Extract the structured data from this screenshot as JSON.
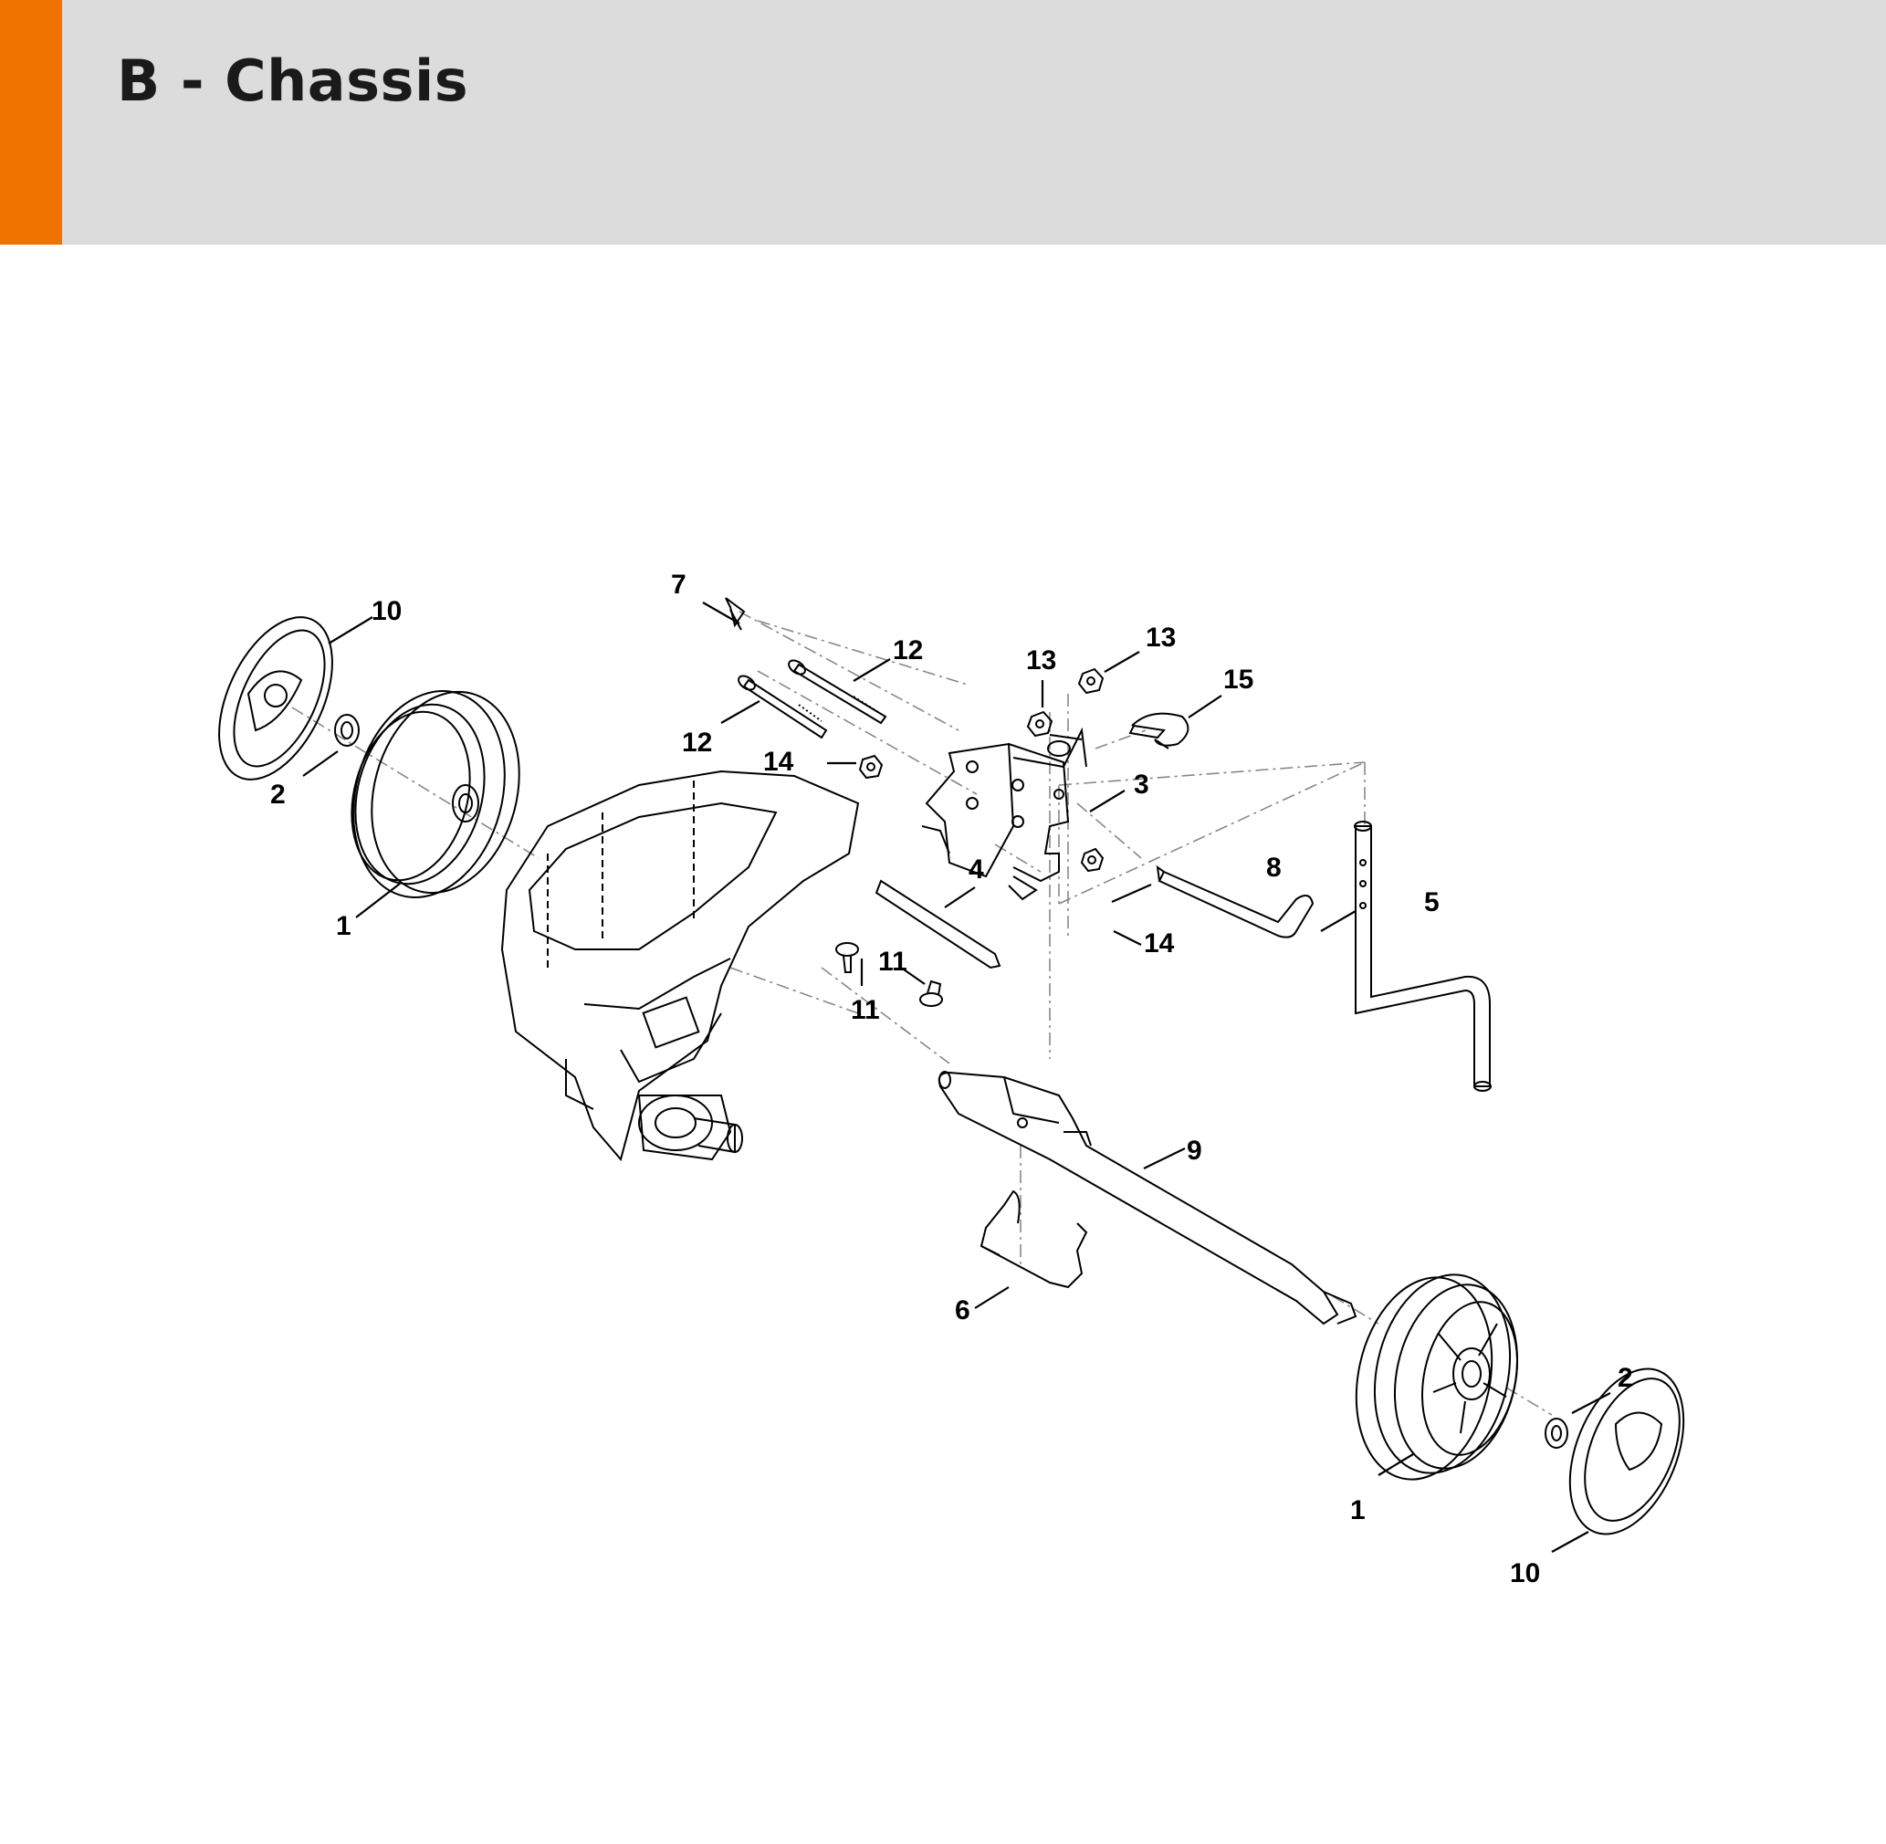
{
  "title": "B - Chassis",
  "colors": {
    "accent": "#f07300",
    "header_bg": "#dcdcdc"
  },
  "callouts": {
    "c1a": "1",
    "c1b": "1",
    "c2a": "2",
    "c2b": "2",
    "c3": "3",
    "c4": "4",
    "c5": "5",
    "c6": "6",
    "c7": "7",
    "c8": "8",
    "c9": "9",
    "c10a": "10",
    "c10b": "10",
    "c11a": "11",
    "c11b": "11",
    "c12a": "12",
    "c12b": "12",
    "c13a": "13",
    "c13b": "13",
    "c14a": "14",
    "c14b": "14",
    "c15": "15"
  }
}
